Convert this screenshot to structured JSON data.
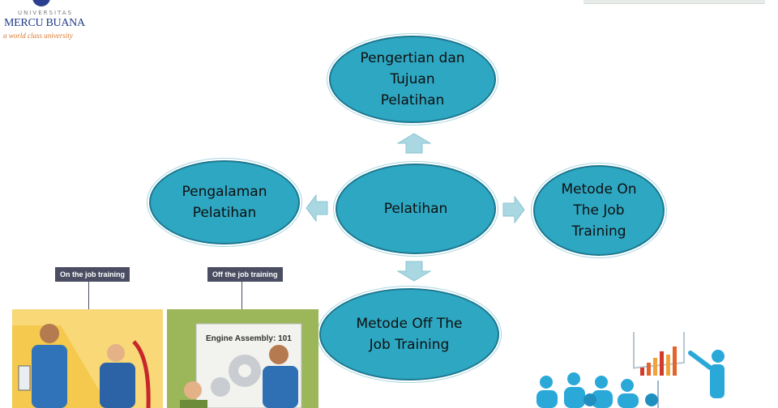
{
  "logo": {
    "university": "UNIVERSITAS",
    "name": "MERCU BUANA",
    "tagline": "a world class university"
  },
  "diagram": {
    "center": "Pelatihan",
    "top": "Pengertian dan\nTujuan\nPelatihan",
    "left": "Pengalaman\nPelatihan",
    "right": "Metode On\nThe Job\nTraining",
    "bottom": "Metode Off The\nJob Training"
  },
  "illustrations": {
    "on_job_label": "On the job training",
    "off_job_label": "Off the job training",
    "board_text": "Engine Assembly: 101"
  },
  "colors": {
    "node_fill": "#2ea7c2",
    "node_border": "#1d7890",
    "arrow_fill": "#a9d7e2",
    "callout_bg": "#4b4e62"
  }
}
